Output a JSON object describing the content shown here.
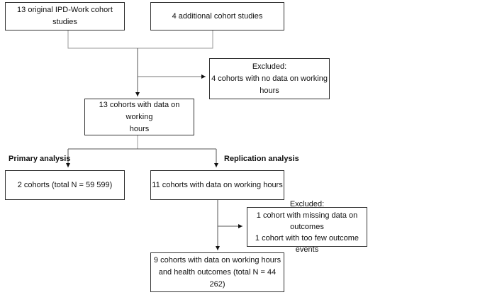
{
  "boxes": {
    "original": "13 original IPD-Work cohort studies",
    "additional": "4 additional cohort studies",
    "excluded1_title": "Excluded:",
    "excluded1_line1": "4 cohorts with no data on working hours",
    "with_hours_line1": "13 cohorts with data on working",
    "with_hours_line2": "hours",
    "primary": "2 cohorts (total N = 59 599)",
    "replication": "11 cohorts with data on working hours",
    "excluded2_title": "Excluded:",
    "excluded2_line1": "1 cohort with missing data on outcomes",
    "excluded2_line2": "1 cohort with too few outcome events",
    "final_line1": "9 cohorts with data on working hours",
    "final_line2": "and health outcomes (total N = 44 262)"
  },
  "labels": {
    "primary": "Primary analysis",
    "replication": "Replication analysis"
  }
}
